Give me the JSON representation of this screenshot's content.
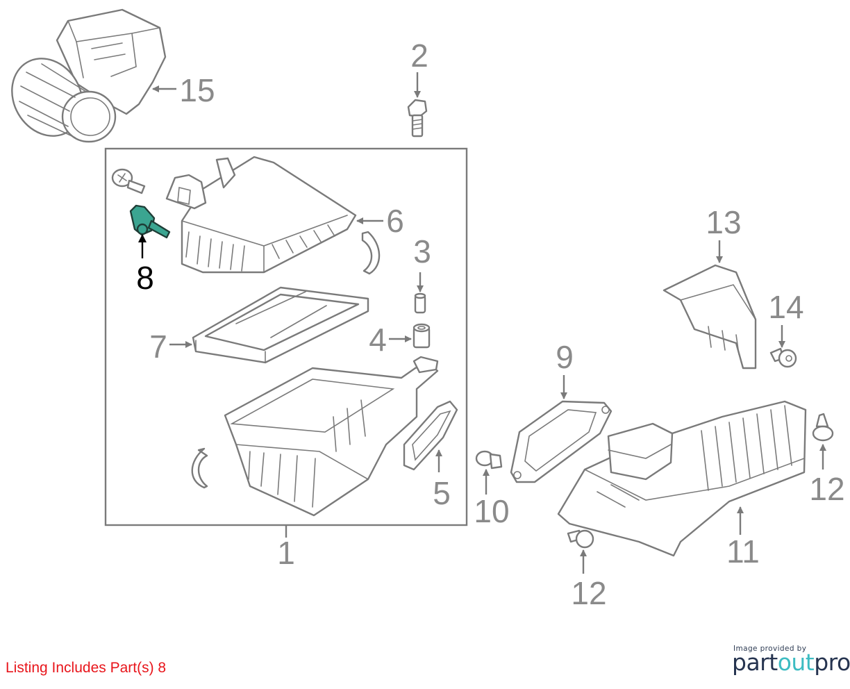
{
  "callouts": [
    {
      "id": "1",
      "label": "1",
      "highlighted": false
    },
    {
      "id": "2",
      "label": "2",
      "highlighted": false
    },
    {
      "id": "3",
      "label": "3",
      "highlighted": false
    },
    {
      "id": "4",
      "label": "4",
      "highlighted": false
    },
    {
      "id": "5",
      "label": "5",
      "highlighted": false
    },
    {
      "id": "6",
      "label": "6",
      "highlighted": false
    },
    {
      "id": "7",
      "label": "7",
      "highlighted": false
    },
    {
      "id": "8",
      "label": "8",
      "highlighted": true
    },
    {
      "id": "9",
      "label": "9",
      "highlighted": false
    },
    {
      "id": "10",
      "label": "10",
      "highlighted": false
    },
    {
      "id": "11",
      "label": "11",
      "highlighted": false
    },
    {
      "id": "12a",
      "label": "12",
      "highlighted": false
    },
    {
      "id": "12b",
      "label": "12",
      "highlighted": false
    },
    {
      "id": "13",
      "label": "13",
      "highlighted": false
    },
    {
      "id": "14",
      "label": "14",
      "highlighted": false
    },
    {
      "id": "15",
      "label": "15",
      "highlighted": false
    }
  ],
  "colors": {
    "line": "#7a7a7a",
    "highlight_part": "#3ba591",
    "listing_text": "#e8151b",
    "brand_dark": "#263450",
    "brand_accent": "#3dbcc2"
  },
  "listing": {
    "text": "Listing Includes Part(s) 8"
  },
  "credit": {
    "provided_by": "Image provided by",
    "brand_part1": "part",
    "brand_part2": "out",
    "brand_part3": "pro"
  }
}
